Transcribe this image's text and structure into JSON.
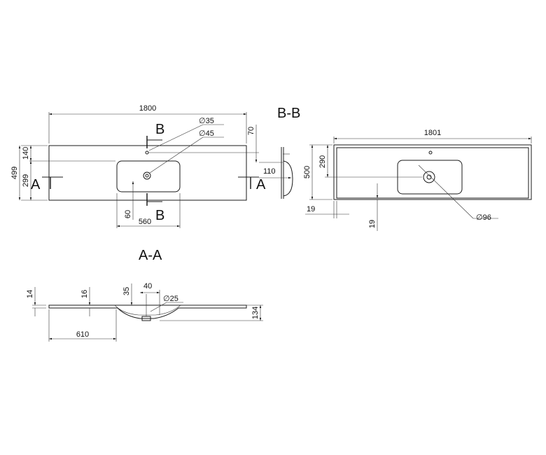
{
  "views": {
    "top": {
      "width": "1800",
      "d35": "35",
      "d45": "45",
      "h70": "70",
      "h140": "140",
      "h299": "299",
      "h499": "499",
      "h110": "110",
      "h60": "60",
      "w560": "560",
      "cut_a_left": "A",
      "cut_a_right": "A",
      "cut_b_top": "B",
      "cut_b_bottom": "B"
    },
    "bb": {
      "title": "B-B",
      "width": "1801",
      "h290": "290",
      "h500": "500",
      "h19a": "19",
      "h19b": "19",
      "d96": "96"
    },
    "aa": {
      "title": "A-A",
      "h14": "14",
      "h16": "16",
      "h35": "35",
      "w40": "40",
      "d25": "25",
      "w610": "610",
      "h134": "134"
    },
    "diameter_symbol": "∅"
  }
}
